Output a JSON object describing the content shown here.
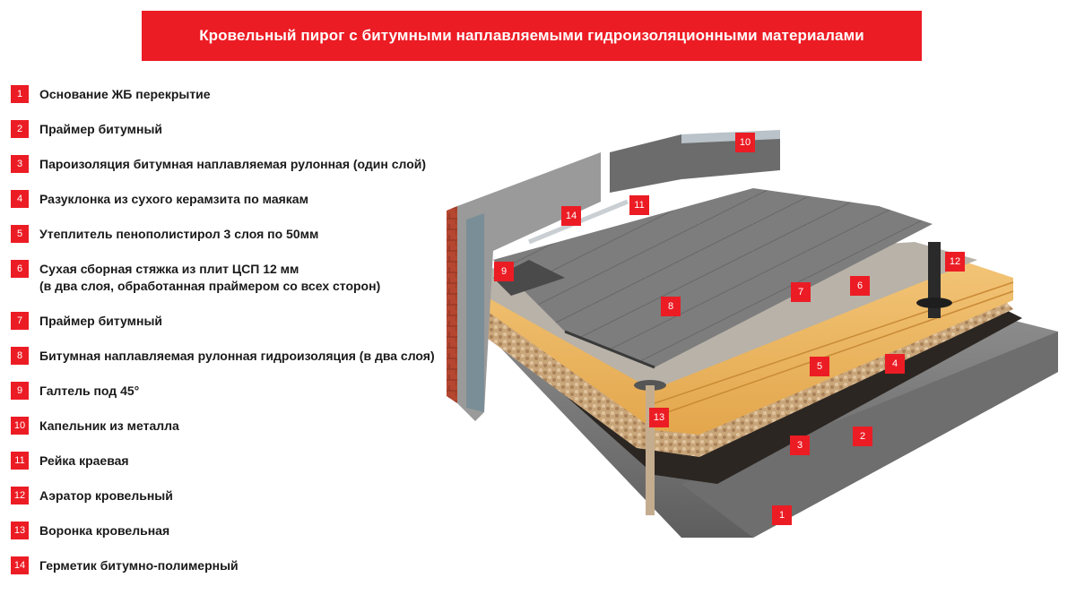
{
  "title": "Кровельный пирог с битумными наплавляемыми гидроизоляционными материалами",
  "legend": [
    {
      "num": "1",
      "text": "Основание ЖБ перекрытие"
    },
    {
      "num": "2",
      "text": "Праймер битумный"
    },
    {
      "num": "3",
      "text": "Пароизоляция битумная наплавляемая рулонная (один слой)"
    },
    {
      "num": "4",
      "text": "Разуклонка из сухого керамзита по маякам"
    },
    {
      "num": "5",
      "text": "Утеплитель пенополистирол 3 слоя по 50мм"
    },
    {
      "num": "6",
      "text": "Сухая сборная стяжка из плит ЦСП 12 мм",
      "text2": "(в два слоя, обработанная праймером со всех сторон)"
    },
    {
      "num": "7",
      "text": "Праймер битумный"
    },
    {
      "num": "8",
      "text": "Битумная наплавляемая рулонная гидроизоляция (в два слоя)"
    },
    {
      "num": "9",
      "text": "Галтель под 45°"
    },
    {
      "num": "10",
      "text": "Капельник из металла"
    },
    {
      "num": "11",
      "text": "Рейка краевая"
    },
    {
      "num": "12",
      "text": "Аэратор кровельный"
    },
    {
      "num": "13",
      "text": "Воронка кровельная"
    },
    {
      "num": "14",
      "text": "Герметик битумно-полимерный"
    }
  ],
  "callouts": [
    "10",
    "11",
    "14",
    "12",
    "9",
    "7",
    "6",
    "8",
    "5",
    "4",
    "13",
    "3",
    "2",
    "1"
  ],
  "colors": {
    "accent": "#ec1c24",
    "text": "#1a1a1a"
  }
}
